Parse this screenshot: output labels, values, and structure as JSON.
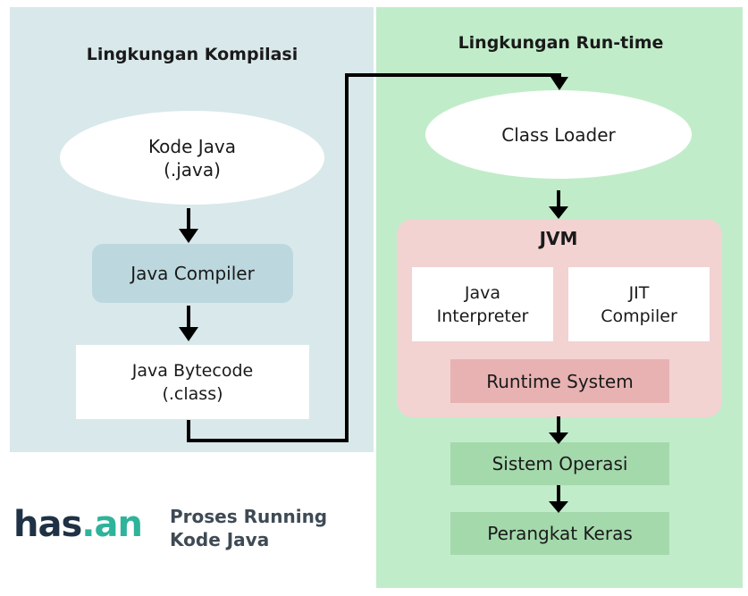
{
  "compile_env": {
    "title": "Lingkungan Kompilasi",
    "source_line1": "Kode Java",
    "source_line2": "(.java)",
    "compiler": "Java Compiler",
    "bytecode_line1": "Java Bytecode",
    "bytecode_line2": "(.class)"
  },
  "runtime_env": {
    "title": "Lingkungan Run-time",
    "class_loader": "Class Loader",
    "jvm": {
      "title": "JVM",
      "interpreter_line1": "Java",
      "interpreter_line2": "Interpreter",
      "jit_line1": "JIT",
      "jit_line2": "Compiler",
      "runtime_system": "Runtime System"
    },
    "os": "Sistem Operasi",
    "hardware": "Perangkat Keras"
  },
  "brand": {
    "logo_part1": "has",
    "logo_dot": ".",
    "logo_part2": "an",
    "caption_line1": "Proses Running",
    "caption_line2": "Kode Java"
  },
  "colors": {
    "compile_bg": "#d9e8ea",
    "runtime_bg": "#c1ecc9",
    "compiler_box": "#bcd8de",
    "jvm_bg": "#f3d2d2",
    "runtime_system_box": "#e8b2b2",
    "green_box": "#a4d9ac",
    "logo_dark": "#1f3145",
    "logo_accent": "#2fb39a"
  }
}
